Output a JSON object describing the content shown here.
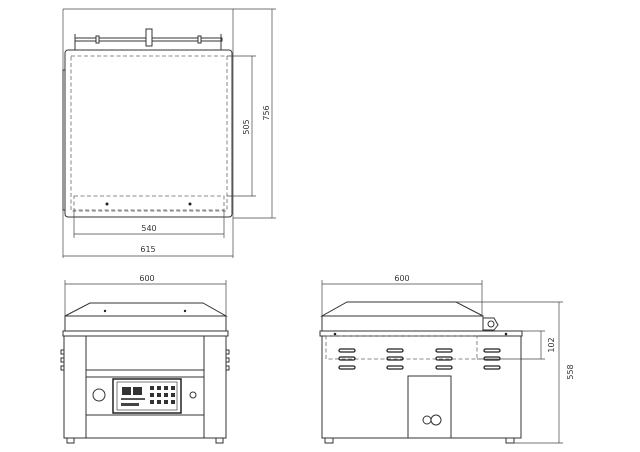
{
  "top_view": {
    "depth_overall": "756",
    "chamber_depth": "505",
    "chamber_width": "540",
    "width_overall": "615"
  },
  "front_view": {
    "width": "600"
  },
  "side_view": {
    "width": "600",
    "chamber_height": "102",
    "height_overall": "558"
  }
}
